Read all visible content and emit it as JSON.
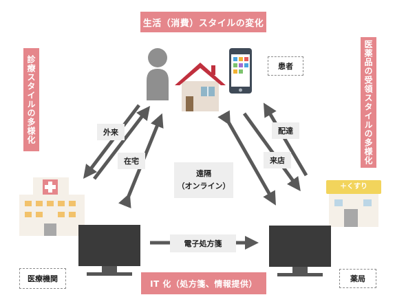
{
  "header": {
    "title": "生活（消費）スタイルの変化"
  },
  "left_banner": {
    "text": "診療スタイルの多様化"
  },
  "right_banner": {
    "text": "医薬品の受領スタイルの多様化"
  },
  "bottom_banner": {
    "text": "IT 化（処方箋、情報提供）"
  },
  "nodes": {
    "patient": "患者",
    "clinic": "医療機関",
    "pharmacy": "薬局",
    "pharmacy_sign": "＋くすり"
  },
  "arrows": {
    "outpatient": "外来",
    "home_visit": "在宅",
    "remote": "遠隔\n（オンライン）",
    "delivery": "配達",
    "store_visit": "来店",
    "e_prescription": "電子処方箋"
  },
  "colors": {
    "accent": "#e5868b",
    "arrow": "#595959",
    "roof": "#c0303e",
    "house": "#e8ddd2",
    "monitor": "#3a3a3a",
    "phone": "#3f4a57"
  }
}
